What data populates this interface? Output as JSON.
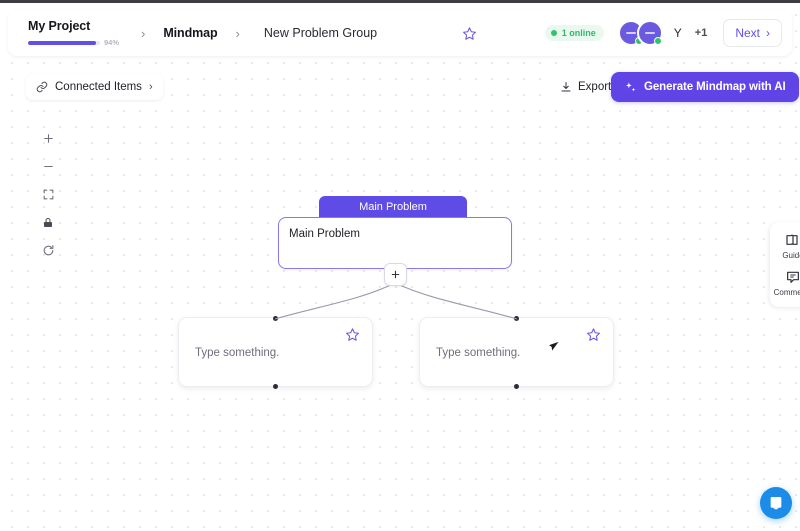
{
  "header": {
    "breadcrumb": {
      "project_label": "My Project",
      "project_progress_pct": "94%",
      "project_progress_value": 94,
      "separator": "›",
      "section_label": "Mindmap",
      "title_value": "New Problem Group",
      "title_placeholder": "New Problem Group"
    },
    "favorite_icon": "star-icon",
    "presence": {
      "online_text": "1 online",
      "avatar_letter": "Y",
      "overflow_count": "+1",
      "online_dot_color": "#2fc46b",
      "avatar_color": "#6a5ae0"
    },
    "next_button": {
      "label": "Next",
      "chevron": "›"
    }
  },
  "toolbar": {
    "connected_items": {
      "label": "Connected Items",
      "icon": "link-icon",
      "chevron": "›"
    },
    "export": {
      "label": "Export",
      "icon": "download-icon"
    },
    "generate_ai": {
      "label": "Generate Mindmap with AI",
      "icon": "sparkle-icon",
      "color": "#6044e6"
    }
  },
  "zoom_controls": [
    {
      "name": "zoom-in-icon",
      "glyph": "+"
    },
    {
      "name": "zoom-out-icon",
      "glyph": "−"
    },
    {
      "name": "fit-screen-icon",
      "glyph": ""
    },
    {
      "name": "lock-icon",
      "glyph": ""
    },
    {
      "name": "reset-icon",
      "glyph": ""
    }
  ],
  "right_dock": [
    {
      "label": "Guide",
      "icon": "book-icon"
    },
    {
      "label": "Comments",
      "icon": "comment-icon"
    }
  ],
  "mindmap": {
    "root": {
      "tab_label": "Main Problem",
      "body_text": "Main Problem",
      "accent_color": "#5f4be6"
    },
    "add_child_button": {
      "glyph": "+"
    },
    "children": [
      {
        "placeholder": "Type something.",
        "favorite_icon": "star-icon"
      },
      {
        "placeholder": "Type something.",
        "favorite_icon": "star-icon"
      }
    ]
  },
  "chat_widget": {
    "icon": "chat-bubble-icon",
    "color": "#1c8ce8"
  }
}
